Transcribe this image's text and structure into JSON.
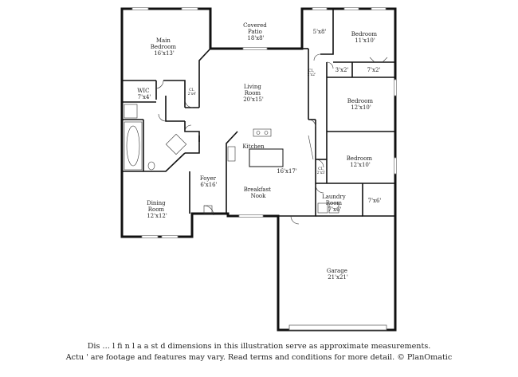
{
  "rooms": [
    {
      "id": "main-bedroom",
      "name": "Main\nBedroom",
      "dims": "16'x13'"
    },
    {
      "id": "covered-patio",
      "name": "Covered\nPatio",
      "dims": "18'x8'"
    },
    {
      "id": "closet-5x8",
      "name": "",
      "dims": "5'x8'"
    },
    {
      "id": "bedroom-1",
      "name": "Bedroom",
      "dims": "11'x10'"
    },
    {
      "id": "closet-3x2",
      "name": "",
      "dims": "3'x2'"
    },
    {
      "id": "closet-7x2",
      "name": "",
      "dims": "7'x2'"
    },
    {
      "id": "wic",
      "name": "WIC",
      "dims": "7'x4'"
    },
    {
      "id": "living-room",
      "name": "Living\nRoom",
      "dims": "20'x15'"
    },
    {
      "id": "bedroom-2",
      "name": "Bedroom",
      "dims": "12'x10'"
    },
    {
      "id": "kitchen",
      "name": "Kitchen",
      "dims": ""
    },
    {
      "id": "kitchen-dims",
      "name": "",
      "dims": "16'x17'"
    },
    {
      "id": "bedroom-3",
      "name": "Bedroom",
      "dims": "12'x10'"
    },
    {
      "id": "foyer",
      "name": "Foyer",
      "dims": "6'x16'"
    },
    {
      "id": "breakfast-nook",
      "name": "Breakfast\nNook",
      "dims": ""
    },
    {
      "id": "laundry-room",
      "name": "Laundry\nRoom",
      "dims": "7'x6'"
    },
    {
      "id": "storage-7x6",
      "name": "",
      "dims": "7'x6'"
    },
    {
      "id": "dining-room",
      "name": "Dining\nRoom",
      "dims": "12'x12'"
    },
    {
      "id": "garage",
      "name": "Garage",
      "dims": "21'x21'"
    }
  ],
  "closets": {
    "cl_main": {
      "name": "CL",
      "dims": "2'x4'"
    },
    "cl_hall": {
      "name": "CL",
      "dims": "2'x2'"
    },
    "cl_bed3": {
      "name": "CL",
      "dims": "2'x5'"
    }
  },
  "disclaimer": {
    "line1": "Dis     …    l   fi  n  l  a  a     st  d dimensions in this illustration serve as approximate measurements.",
    "line2": "Actu   '    are footage and features may vary. Read terms and conditions for more detail. © PlanOmatic"
  }
}
